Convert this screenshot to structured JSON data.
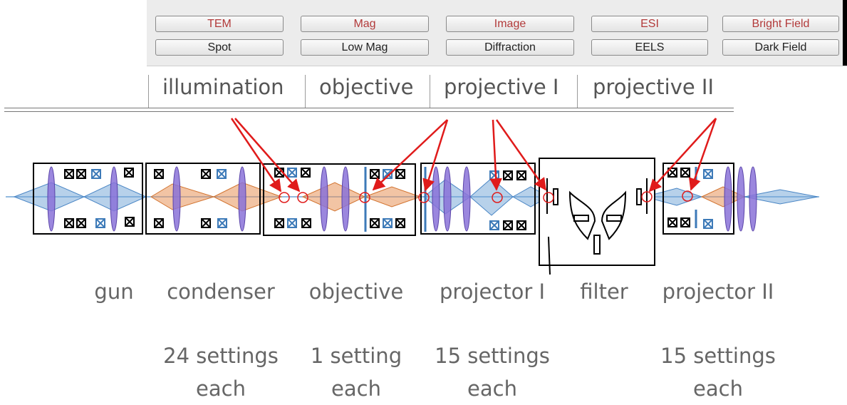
{
  "mode_buttons": [
    {
      "top": "TEM",
      "bottom": "Spot"
    },
    {
      "top": "Mag",
      "bottom": "Low Mag"
    },
    {
      "top": "Image",
      "bottom": "Diffraction"
    },
    {
      "top": "ESI",
      "bottom": "EELS"
    },
    {
      "top": "Bright Field",
      "bottom": "Dark Field"
    }
  ],
  "lens_groups": [
    "illumination",
    "objective",
    "projective I",
    "projective II"
  ],
  "sections": [
    "gun",
    "condenser",
    "objective",
    "projector I",
    "filter",
    "projector II"
  ],
  "settings": [
    {
      "line1": "24 settings",
      "line2": "each"
    },
    {
      "line1": "1 setting",
      "line2": "each"
    },
    {
      "line1": "15 settings",
      "line2": "each"
    },
    {
      "line1": "15 settings",
      "line2": "each"
    }
  ],
  "colors": {
    "beam_blue": "#6fa3d6",
    "beam_orange": "#e8945a",
    "lens_purple": "#8a72d8",
    "arrow_red": "#e01b1b",
    "mode_text": "#b23a3a"
  }
}
